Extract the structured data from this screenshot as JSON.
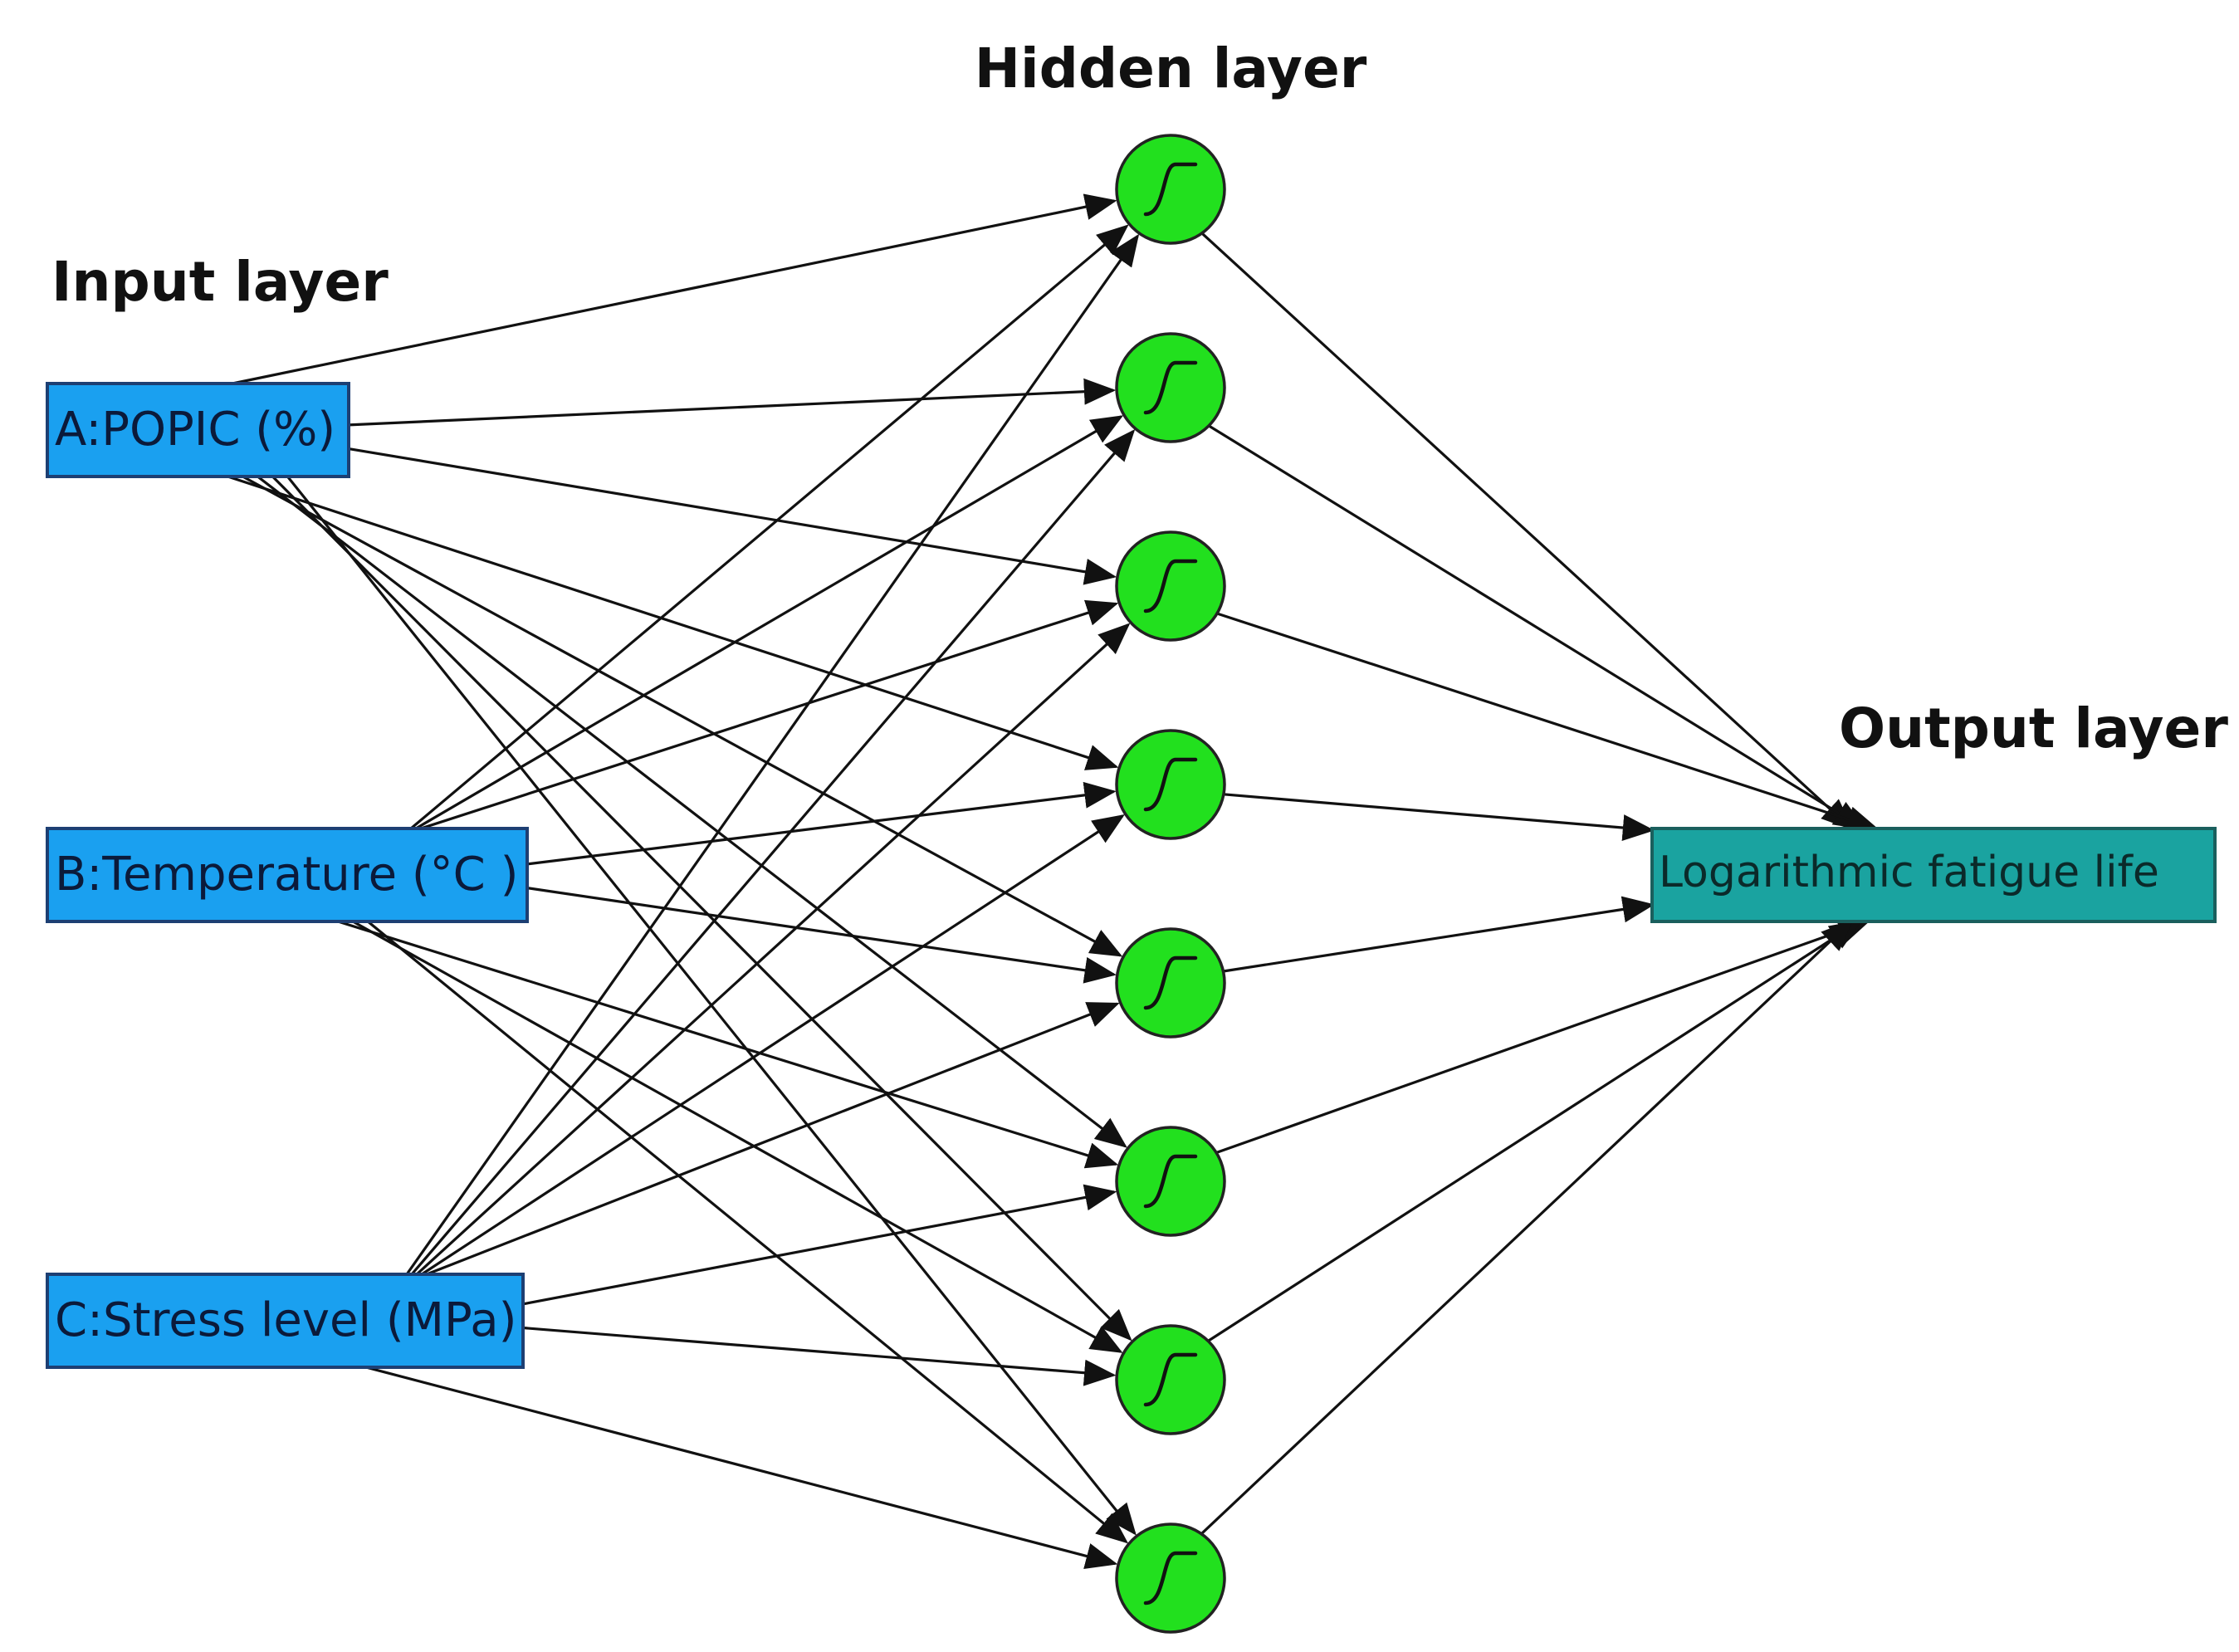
{
  "titles": {
    "input": "Input layer",
    "hidden": "Hidden layer",
    "output": "Output layer"
  },
  "inputs": [
    {
      "id": "A",
      "label": "A:POPIC (%)"
    },
    {
      "id": "B",
      "label": "B:Temperature (°C )"
    },
    {
      "id": "C",
      "label": "C:Stress level (MPa)"
    }
  ],
  "hidden": {
    "count": 8,
    "activation": "sigmoid-icon"
  },
  "output": {
    "label": "Logarithmic fatigue life"
  },
  "colors": {
    "input_box": "#1aa0f0",
    "output_box": "#1aa3a0",
    "neuron": "#22e01e",
    "edge": "#111111"
  }
}
